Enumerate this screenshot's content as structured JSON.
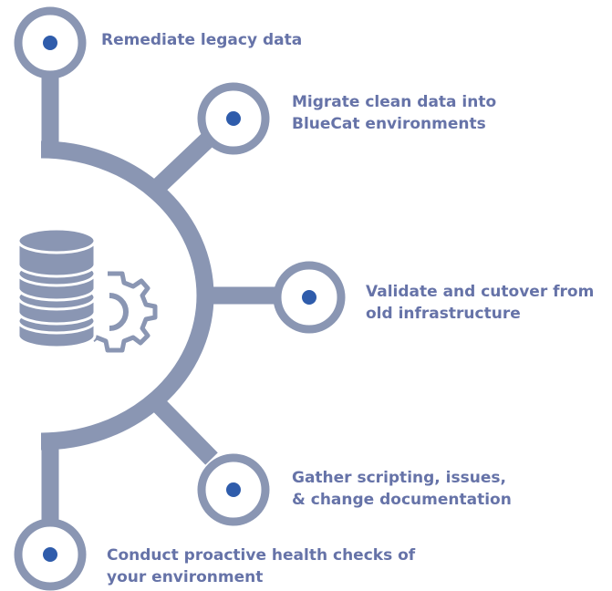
{
  "colors": {
    "connector": "#8a96b3",
    "dot": "#2f5cab",
    "text": "#6673a8",
    "icon_fill": "#8a96b3",
    "icon_stroke": "#ffffff"
  },
  "center_icon": "database-gear-icon",
  "steps": [
    {
      "lines": [
        "Remediate legacy data"
      ]
    },
    {
      "lines": [
        "Migrate clean data into",
        "BlueCat environments"
      ]
    },
    {
      "lines": [
        "Validate and cutover from",
        "old infrastructure"
      ]
    },
    {
      "lines": [
        "Gather scripting, issues,",
        "& change documentation"
      ]
    },
    {
      "lines": [
        "Conduct proactive health checks of",
        "your environment"
      ]
    }
  ]
}
